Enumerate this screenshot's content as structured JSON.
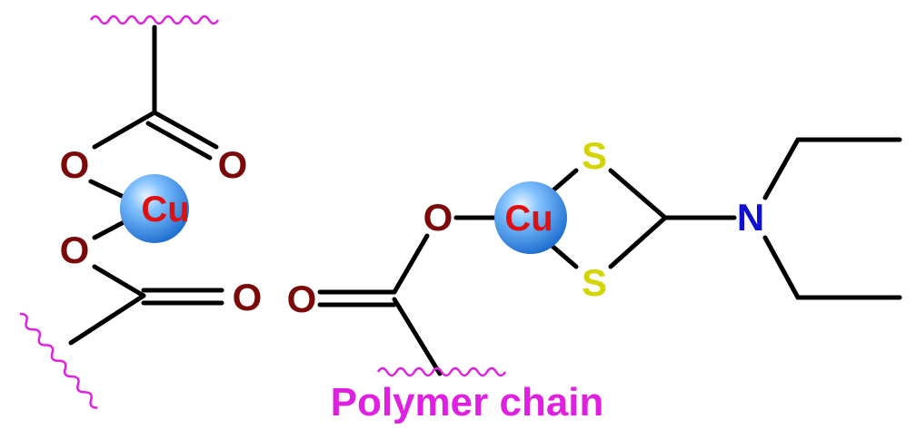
{
  "colors": {
    "bond": "#000000",
    "oxygen": "#7a0a0a",
    "sulfur": "#d4d400",
    "nitrogen": "#1010d0",
    "copper_text": "#e01010",
    "copper_sphere": "#3a8fe8",
    "polymer": "#e020e0"
  },
  "left_structure": {
    "o_carbonyl_top": "O",
    "o_ester_top": "O",
    "cu": "Cu",
    "o_ester_bottom": "O",
    "o_carbonyl_bottom": "O"
  },
  "right_structure": {
    "o_ester": "O",
    "o_carbonyl": "O",
    "cu": "Cu",
    "s_top": "S",
    "s_bottom": "S",
    "n": "N"
  },
  "caption": "Polymer chain"
}
